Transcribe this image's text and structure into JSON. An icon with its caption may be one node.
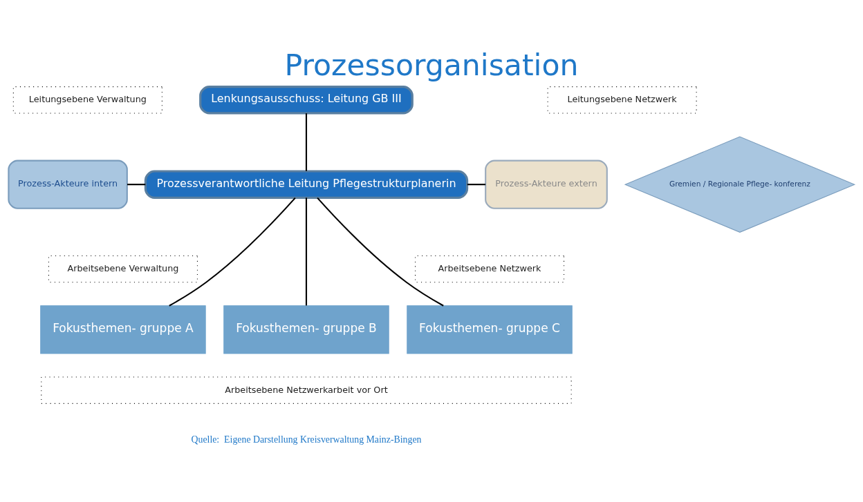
{
  "diagram": {
    "title": "Prozessorganisation",
    "caption": "Quelle:  Eigene Darstellung Kreisverwaltung Mainz-Bingen",
    "nodes": [
      {
        "text": [
          "Leitungsebene Verwaltung"
        ]
      },
      {
        "text": [
          "Lenkungsausschuss: Leitung GB III"
        ]
      },
      {
        "text": [
          "Leitungsebene Netzwerk"
        ]
      },
      {
        "text": [
          "Prozess-Akteure intern"
        ]
      },
      {
        "text": [
          "Prozessverantwortliche Leitung Pflegestrukturplanerin"
        ]
      },
      {
        "text": [
          "Prozess-Akteure extern"
        ]
      },
      {
        "text": [
          "Gremien / Regionale Pflege- konferenz"
        ]
      },
      {
        "text": [
          "Arbeitsebene Verwaltung"
        ]
      },
      {
        "text": [
          "Arbeitsebene Netzwerk"
        ]
      },
      {
        "text": [
          "Fokusthemen- gruppe A"
        ]
      },
      {
        "text": [
          "Fokusthemen- gruppe B"
        ]
      },
      {
        "text": [
          "Fokusthemen- gruppe C"
        ]
      },
      {
        "text": [
          "Arbeitsebene Netzwerkarbeit vor Ort"
        ]
      }
    ],
    "edges": [
      {
        "from": 1,
        "to": 4,
        "arrow": "none"
      },
      {
        "from": 3,
        "to": 4,
        "arrow": "none"
      },
      {
        "from": 4,
        "to": 5,
        "arrow": "none"
      },
      {
        "from": 4,
        "to": 9,
        "arrow": "none"
      },
      {
        "from": 4,
        "to": 10,
        "arrow": "none"
      },
      {
        "from": 4,
        "to": 11,
        "arrow": "none"
      }
    ]
  }
}
